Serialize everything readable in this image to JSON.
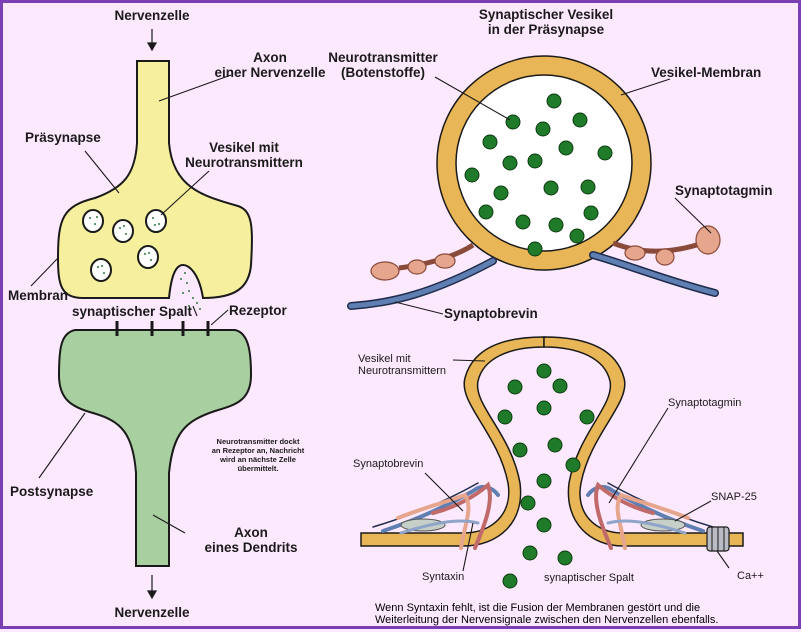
{
  "left": {
    "top_cell": "Nervenzelle",
    "axon": "Axon\neiner Nervenzelle",
    "praesynapse": "Präsynapse",
    "vesikel": "Vesikel mit\nNeurotransmittern",
    "membran": "Membran",
    "spalt": "synaptischer Spalt",
    "rezeptor": "Rezeptor",
    "note": "Neurotransmitter dockt\nan Rezeptor an, Nachricht\nwird an nächste Zelle\nübermittelt.",
    "postsynapse": "Postsynapse",
    "axon_dendrit": "Axon\neines Dendrits",
    "bottom_cell": "Nervenzelle"
  },
  "top_right": {
    "title": "Synaptischer Vesikel\nin der Präsynapse",
    "neurotransmitter": "Neurotransmitter\n(Botenstoffe)",
    "membran": "Vesikel-Membran",
    "synaptotagmin": "Synaptotagmin",
    "synaptobrevin": "Synaptobrevin"
  },
  "bottom_right": {
    "vesikel": "Vesikel mit\nNeurotransmittern",
    "synaptotagmin": "Synaptotagmin",
    "synaptobrevin": "Synaptobrevin",
    "snap25": "SNAP-25",
    "syntaxin": "Syntaxin",
    "ca": "Ca++",
    "spalt": "synaptischer Spalt"
  },
  "caption": "Wenn Syntaxin fehlt, ist die Fusion der Membranen gestört und die\nWeiterleitung der Nervensignale zwischen den Nervenzellen ebenfalls.",
  "colors": {
    "background": "#fde9fd",
    "border": "#7b3fb4",
    "presynapse": "#f5ef9e",
    "postsynapse": "#a8cfa0",
    "membrane": "#e8b656",
    "dots": "#1f7a2a",
    "synaptotagmin": "#e6a58d",
    "synaptobrevin": "#5f7fb3"
  }
}
